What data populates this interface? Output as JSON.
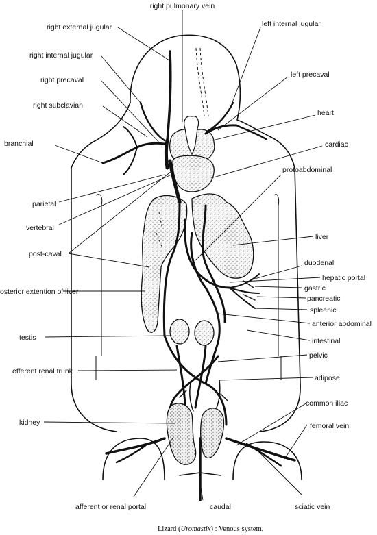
{
  "labels": {
    "right_pulmonary_vein": "right pulmonary vein",
    "right_external_jugular": "right external jugular",
    "left_internal_jugular": "left internal jugular",
    "right_internal_jugular": "right internal jugular",
    "left_precaval": "left precaval",
    "right_precaval": "right precaval",
    "heart": "heart",
    "right_subclavian": "right subclavian",
    "cardiac": "cardiac",
    "branchial": "branchial",
    "protoabdominal": "protoabdominal",
    "parietal": "parietal",
    "vertebral": "vertebral",
    "liver": "liver",
    "post_caval": "post-caval",
    "duodenal": "duodenal",
    "hepatic_portal": "hepatic portal",
    "gastric": "gastric",
    "posterior_extention_of_liver": "osterior extention of liver",
    "pancreatic": "pancreatic",
    "spleenic": "spleenic",
    "anterior_abdominal": "anterior abdominal",
    "testis": "testis",
    "intestinal": "intestinal",
    "pelvic": "pelvic",
    "efferent_renal_trunk": "efferent renal trunk",
    "adipose": "adipose",
    "common_iliac": "common iliac",
    "kidney": "kidney",
    "femoral_vein": "femoral vein",
    "afferent_or_renal_portal": "afferent or renal portal",
    "caudal": "caudal",
    "sciatic_vein": "sciatic vein"
  },
  "caption": {
    "prefix": "Lizard (",
    "genus": "Uromastix",
    "suffix": ") : Venous system."
  }
}
